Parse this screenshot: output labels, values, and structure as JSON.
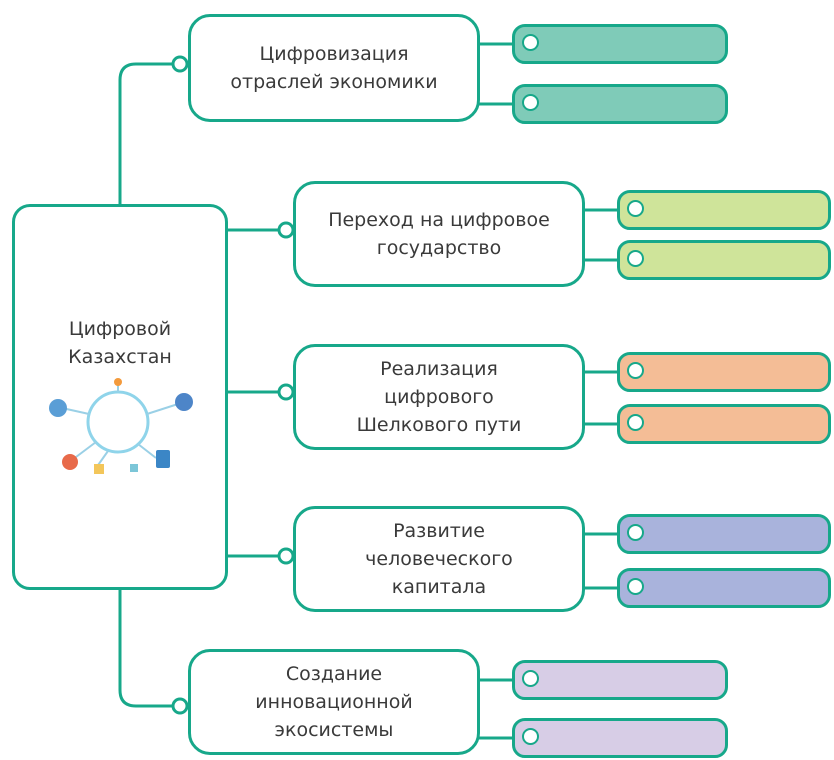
{
  "root": {
    "label": "Цифровой\nКазахстан",
    "illustration": "digital-network-icon"
  },
  "colors": {
    "stroke": "#17a88a"
  },
  "branches": [
    {
      "label": "Цифровизация\nотраслей экономики",
      "leaf_color": "#7fcbb8",
      "leaves": 2
    },
    {
      "label": "Переход на цифровое\nгосударство",
      "leaf_color": "#cfe49a",
      "leaves": 2
    },
    {
      "label": "Реализация\nцифрового\nШелкового пути",
      "leaf_color": "#f4bd96",
      "leaves": 2
    },
    {
      "label": "Развитие\nчеловеческого\nкапитала",
      "leaf_color": "#a9b3dc",
      "leaves": 2
    },
    {
      "label": "Создание\nинновационной\nэкосистемы",
      "leaf_color": "#d7cde6",
      "leaves": 2
    }
  ]
}
